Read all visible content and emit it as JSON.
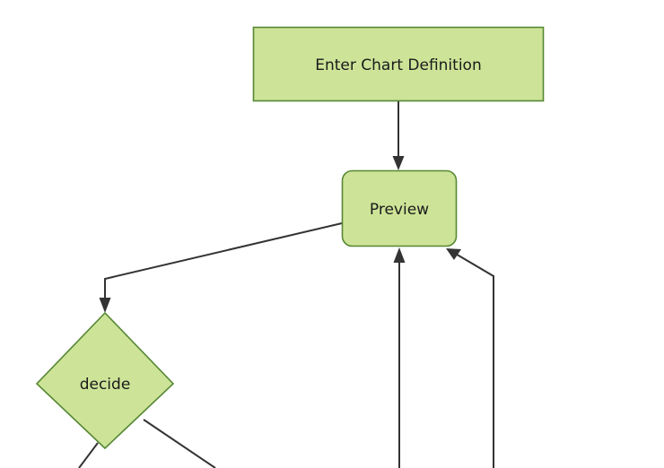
{
  "diagram": {
    "type": "flowchart",
    "background_color": "#ffffff",
    "node_fill_color": "#cde498",
    "node_stroke_color": "#568733",
    "edge_color": "#333333",
    "label_color": "#1a1a1a",
    "nodes": [
      {
        "id": "enter-chart-definition",
        "label": "Enter Chart Definition",
        "shape": "rectangle"
      },
      {
        "id": "preview",
        "label": "Preview",
        "shape": "rounded-rectangle"
      },
      {
        "id": "decide",
        "label": "decide",
        "shape": "diamond"
      }
    ],
    "edges": [
      {
        "id": "edge-enter-to-preview",
        "from": "enter-chart-definition",
        "to": "preview",
        "label": ""
      },
      {
        "id": "edge-preview-to-decide",
        "from": "preview",
        "to": "decide",
        "label": ""
      },
      {
        "id": "edge-return-center-to-preview",
        "from": "",
        "to": "preview",
        "label": ""
      },
      {
        "id": "edge-return-right-to-preview",
        "from": "",
        "to": "preview",
        "label": ""
      },
      {
        "id": "edge-decide-bottom-out",
        "from": "decide",
        "to": "",
        "label": ""
      },
      {
        "id": "edge-decide-right-out",
        "from": "decide",
        "to": "",
        "label": ""
      }
    ]
  }
}
